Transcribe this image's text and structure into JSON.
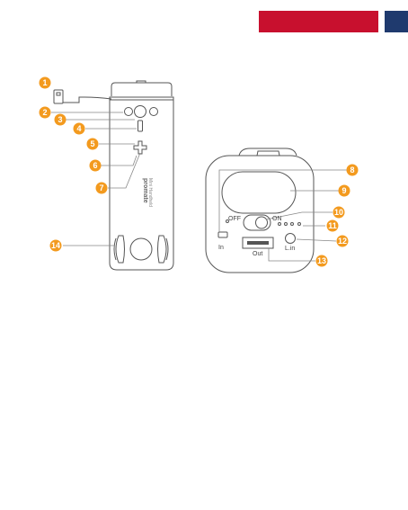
{
  "colors": {
    "banner_red": "#c8102e",
    "banner_navy": "#1f3a6e",
    "callout_orange": "#f39a1e",
    "outline": "#555555"
  },
  "device": {
    "brand": "promate",
    "brand_sub": "Mini Handheld"
  },
  "port_labels": {
    "off": "OFF",
    "on": "ON",
    "in": "In",
    "out": "Out",
    "lin": "L.in"
  },
  "callouts": [
    "1",
    "2",
    "3",
    "4",
    "5",
    "6",
    "7",
    "8",
    "9",
    "10",
    "11",
    "12",
    "13",
    "14"
  ]
}
